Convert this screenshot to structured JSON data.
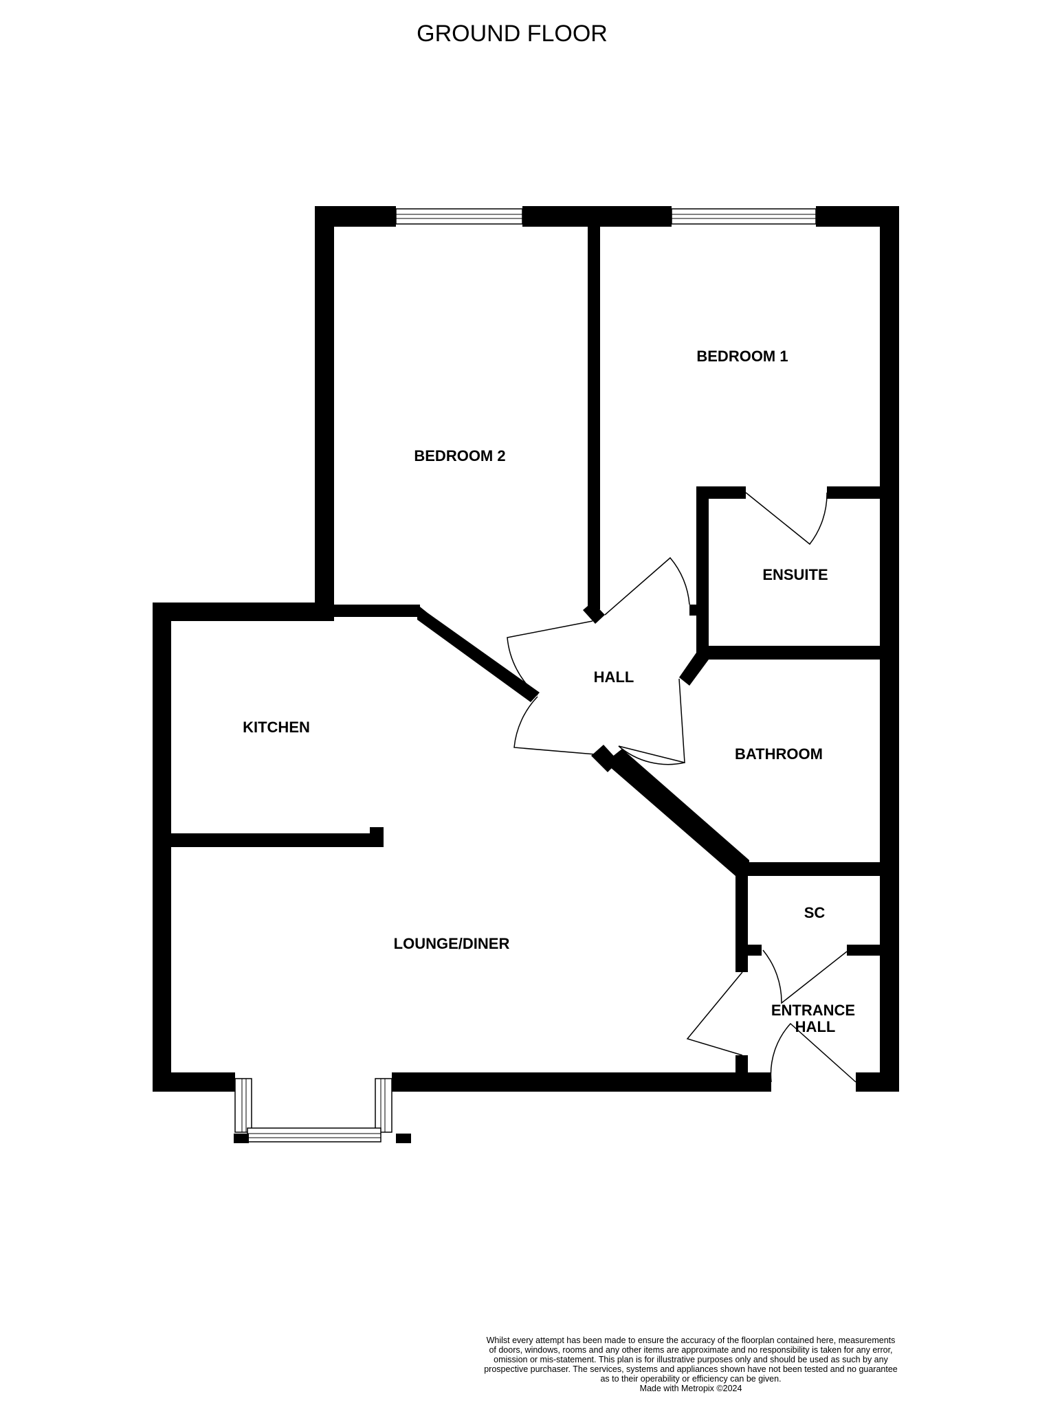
{
  "title": "GROUND FLOOR",
  "rooms": {
    "bedroom_2": "BEDROOM 2",
    "bedroom_1": "BEDROOM 1",
    "ensuite": "ENSUITE",
    "hall": "HALL",
    "kitchen": "KITCHEN",
    "bathroom": "BATHROOM",
    "lounge_diner": "LOUNGE/DINER",
    "sc": "SC",
    "entrance_hall_line1": "ENTRANCE",
    "entrance_hall_line2": "HALL"
  },
  "disclaimer": {
    "lines": [
      "Whilst every attempt has been made to ensure the accuracy of the floorplan contained here, measurements",
      "of doors, windows, rooms and any other items are approximate and no responsibility is taken for any error,",
      "omission or mis-statement. This plan is for illustrative purposes only and should be used as such by any",
      "prospective purchaser. The services, systems and appliances shown have not been tested and no guarantee",
      "as to their operability or efficiency can be given."
    ],
    "credit": "Made with Metropix ©2024"
  },
  "colors": {
    "wall": "#000000",
    "background": "#ffffff"
  }
}
